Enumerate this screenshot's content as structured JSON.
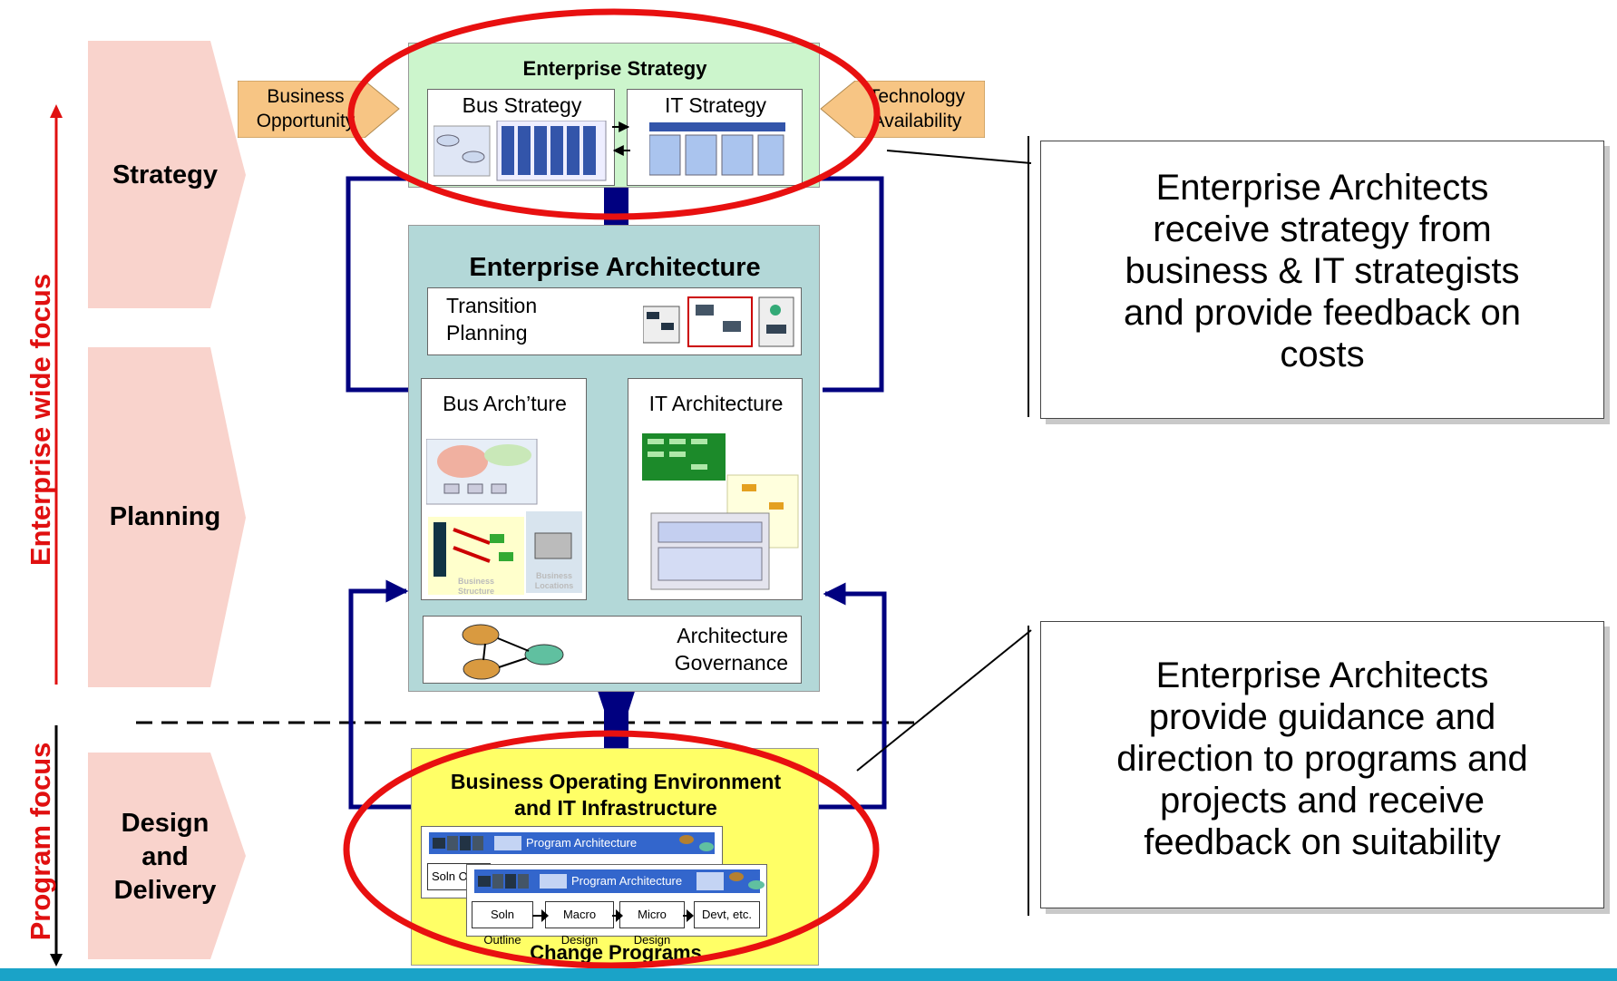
{
  "side_labels": {
    "enterprise_wide": "Enterprise wide focus",
    "program": "Program  focus"
  },
  "phases": [
    {
      "label": "Strategy"
    },
    {
      "label": "Planning"
    },
    {
      "label": "Design and Delivery",
      "lines": [
        "Design",
        "and",
        "Delivery"
      ]
    }
  ],
  "inputs": {
    "business_opportunity": [
      "Business",
      "Opportunity"
    ],
    "technology_availability": [
      "Technology",
      "Availability"
    ]
  },
  "enterprise_strategy": {
    "title": "Enterprise Strategy",
    "bus_strategy": "Bus Strategy",
    "it_strategy": "IT Strategy"
  },
  "enterprise_architecture": {
    "title": "Enterprise Architecture",
    "transition_planning": [
      "Transition",
      "Planning"
    ],
    "bus_architecture": "Bus Arch’ture",
    "it_architecture": "IT Architecture",
    "business_structure": [
      "Business",
      "Structure"
    ],
    "business_locations": [
      "Business",
      "Locations"
    ],
    "architecture_governance": [
      "Architecture",
      "Governance"
    ]
  },
  "operating_environment": {
    "title": [
      "Business Operating Environment",
      "and IT Infrastructure"
    ],
    "program_architecture": "Program Architecture",
    "stages": [
      "Soln Outline",
      "Macro Design",
      "Micro Design",
      "Devt, etc."
    ],
    "back_stage": "Soln O",
    "footer": "Change Programs"
  },
  "callouts": {
    "top": [
      "Enterprise Architects",
      "receive strategy from",
      "business & IT strategists",
      "and provide feedback on",
      "costs"
    ],
    "bottom": [
      "Enterprise Architects",
      "provide guidance and",
      "direction to programs and",
      "projects and receive",
      "feedback on suitability"
    ]
  },
  "colors": {
    "phase_fill": "#f9d3cc",
    "input_arrow": "#f7c584",
    "strategy_fill": "#ccf5cc",
    "architecture_fill": "#b3d8d8",
    "environment_fill": "#ffff66",
    "connector": "#000080",
    "highlight_ellipse": "#e81010",
    "side_label": "#e01010",
    "bottom_bar": "#1aa3c8"
  }
}
